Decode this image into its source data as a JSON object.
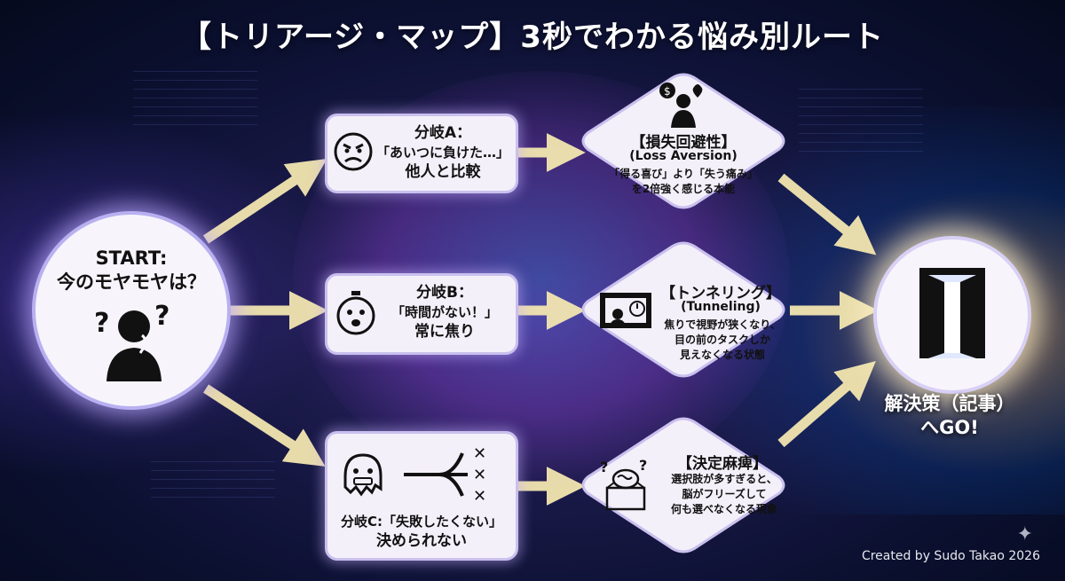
{
  "title": "【トリアージ・マップ】3秒でわかる悩み別ルート",
  "start": {
    "line1": "START:",
    "line2": "今のモヤモヤは？"
  },
  "branches": [
    {
      "line1": "分岐A：",
      "line2": "「あいつに負けた…」",
      "line3": "他人と比較",
      "icon": "angry-face-icon"
    },
    {
      "line1": "分岐B：",
      "line2": "「時間がない！」",
      "line3": "常に焦り",
      "icon": "stopwatch-face-icon"
    },
    {
      "line1": "分岐C:「失敗したくない」",
      "line2": "決められない",
      "icon": "frozen-face-icon"
    }
  ],
  "biases": [
    {
      "title": "【損失回避性】",
      "subtitle": "(Loss Aversion)",
      "desc1": "「得る喜び」より「失う痛み」",
      "desc2": "を2倍強く感じる本能",
      "icon": "money-heartbreak-person-icon"
    },
    {
      "title": "【トンネリング】",
      "subtitle": "(Tunneling)",
      "desc1": "焦りで視野が狭くなり、",
      "desc2": "目の前のタスクしか",
      "desc3": "見えなくなる状態",
      "icon": "tunnel-vision-icon"
    },
    {
      "title": "【決定麻痺】",
      "desc1": "選択肢が多すぎると、",
      "desc2": "脳がフリーズして",
      "desc3": "何も選べなくなる現象",
      "icon": "frozen-brain-icon"
    }
  ],
  "goal": {
    "line1": "解決策（記事）",
    "line2": "へGO!",
    "icon": "open-door-icon"
  },
  "credit": "Created by Sudo Takao 2026",
  "colors": {
    "arrow": "#f3e6b0",
    "box": "#f4f0fa",
    "border": "#c9c0ee"
  }
}
